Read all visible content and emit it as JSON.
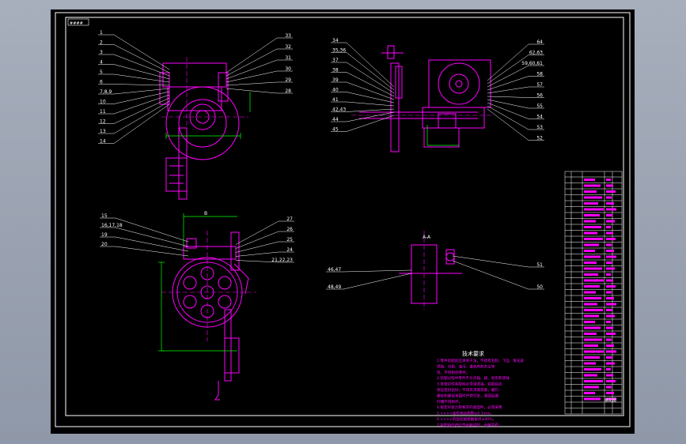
{
  "colors": {
    "background": "#000000",
    "frame": "#ffffff",
    "lines": "#ff00ff",
    "dims": "#00ff00",
    "desktop": "#9aa2b2"
  },
  "drawing": {
    "stamp": "####",
    "section_label": "A-A",
    "scale_label": "B",
    "top_left_callouts_left": [
      "1",
      "2",
      "3",
      "4",
      "5",
      "6",
      "7,8,9",
      "10",
      "11",
      "12",
      "13",
      "14"
    ],
    "top_left_callouts_right": [
      "33",
      "32",
      "31",
      "30",
      "29",
      "28"
    ],
    "top_right_callouts_left": [
      "34",
      "35,36",
      "37",
      "38",
      "39",
      "40",
      "41",
      "42,43",
      "44",
      "45"
    ],
    "top_right_callouts_right": [
      "64",
      "62,63",
      "59,60,61",
      "58",
      "57",
      "56",
      "55",
      "54",
      "53",
      "52"
    ],
    "bottom_left_callouts_left": [
      "15",
      "16,17,18",
      "19",
      "20"
    ],
    "bottom_left_callouts_right": [
      "27",
      "26",
      "25",
      "24",
      "21,22,23"
    ],
    "bottom_right_callouts_left": [
      "46,47",
      "48,49"
    ],
    "bottom_right_callouts_right": [
      "51",
      "50"
    ],
    "notes_title": "技术要求",
    "notes": [
      "1.零件装配前应清洗干净，不得有毛刺、飞边、氧化皮",
      "锈蚀、切屑、油污、着色剂和灰尘等",
      "等。不得损伤零件。",
      "2.装配过程中零件不允许磕、碰、划伤和锈蚀",
      "3.各密封件装配前必须浸透油，装配后应",
      "保证密封良好，不得有渗漏现象，螺钉、",
      "螺栓和螺母紧固时严禁打击，紧固后螺",
      "钉槽不得损坏。",
      "4.规定拧紧力矩要求的紧固件，必须采用",
      "5.××××齿轮啮合侧隙≥0.1mm。",
      "6.××××的齿轮副接触斑点≥40%。",
      "7.装配后应进行空运转试验，运转平稳。"
    ],
    "title_block_label": "装配图"
  }
}
